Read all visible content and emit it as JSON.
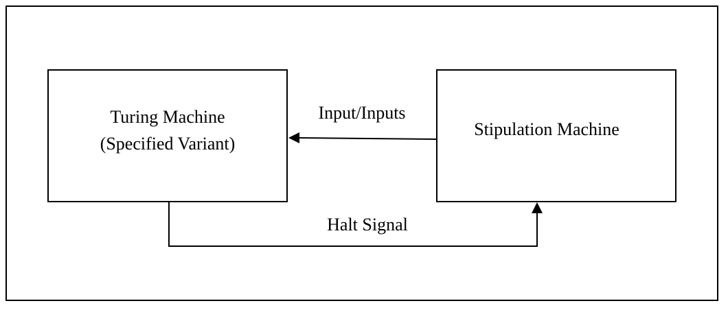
{
  "diagram": {
    "left_box": {
      "line1": "Turing Machine",
      "line2": "(Specified Variant)"
    },
    "right_box": {
      "label": "Stipulation Machine"
    },
    "edges": {
      "input_label": "Input/Inputs",
      "halt_label": "Halt Signal"
    }
  }
}
